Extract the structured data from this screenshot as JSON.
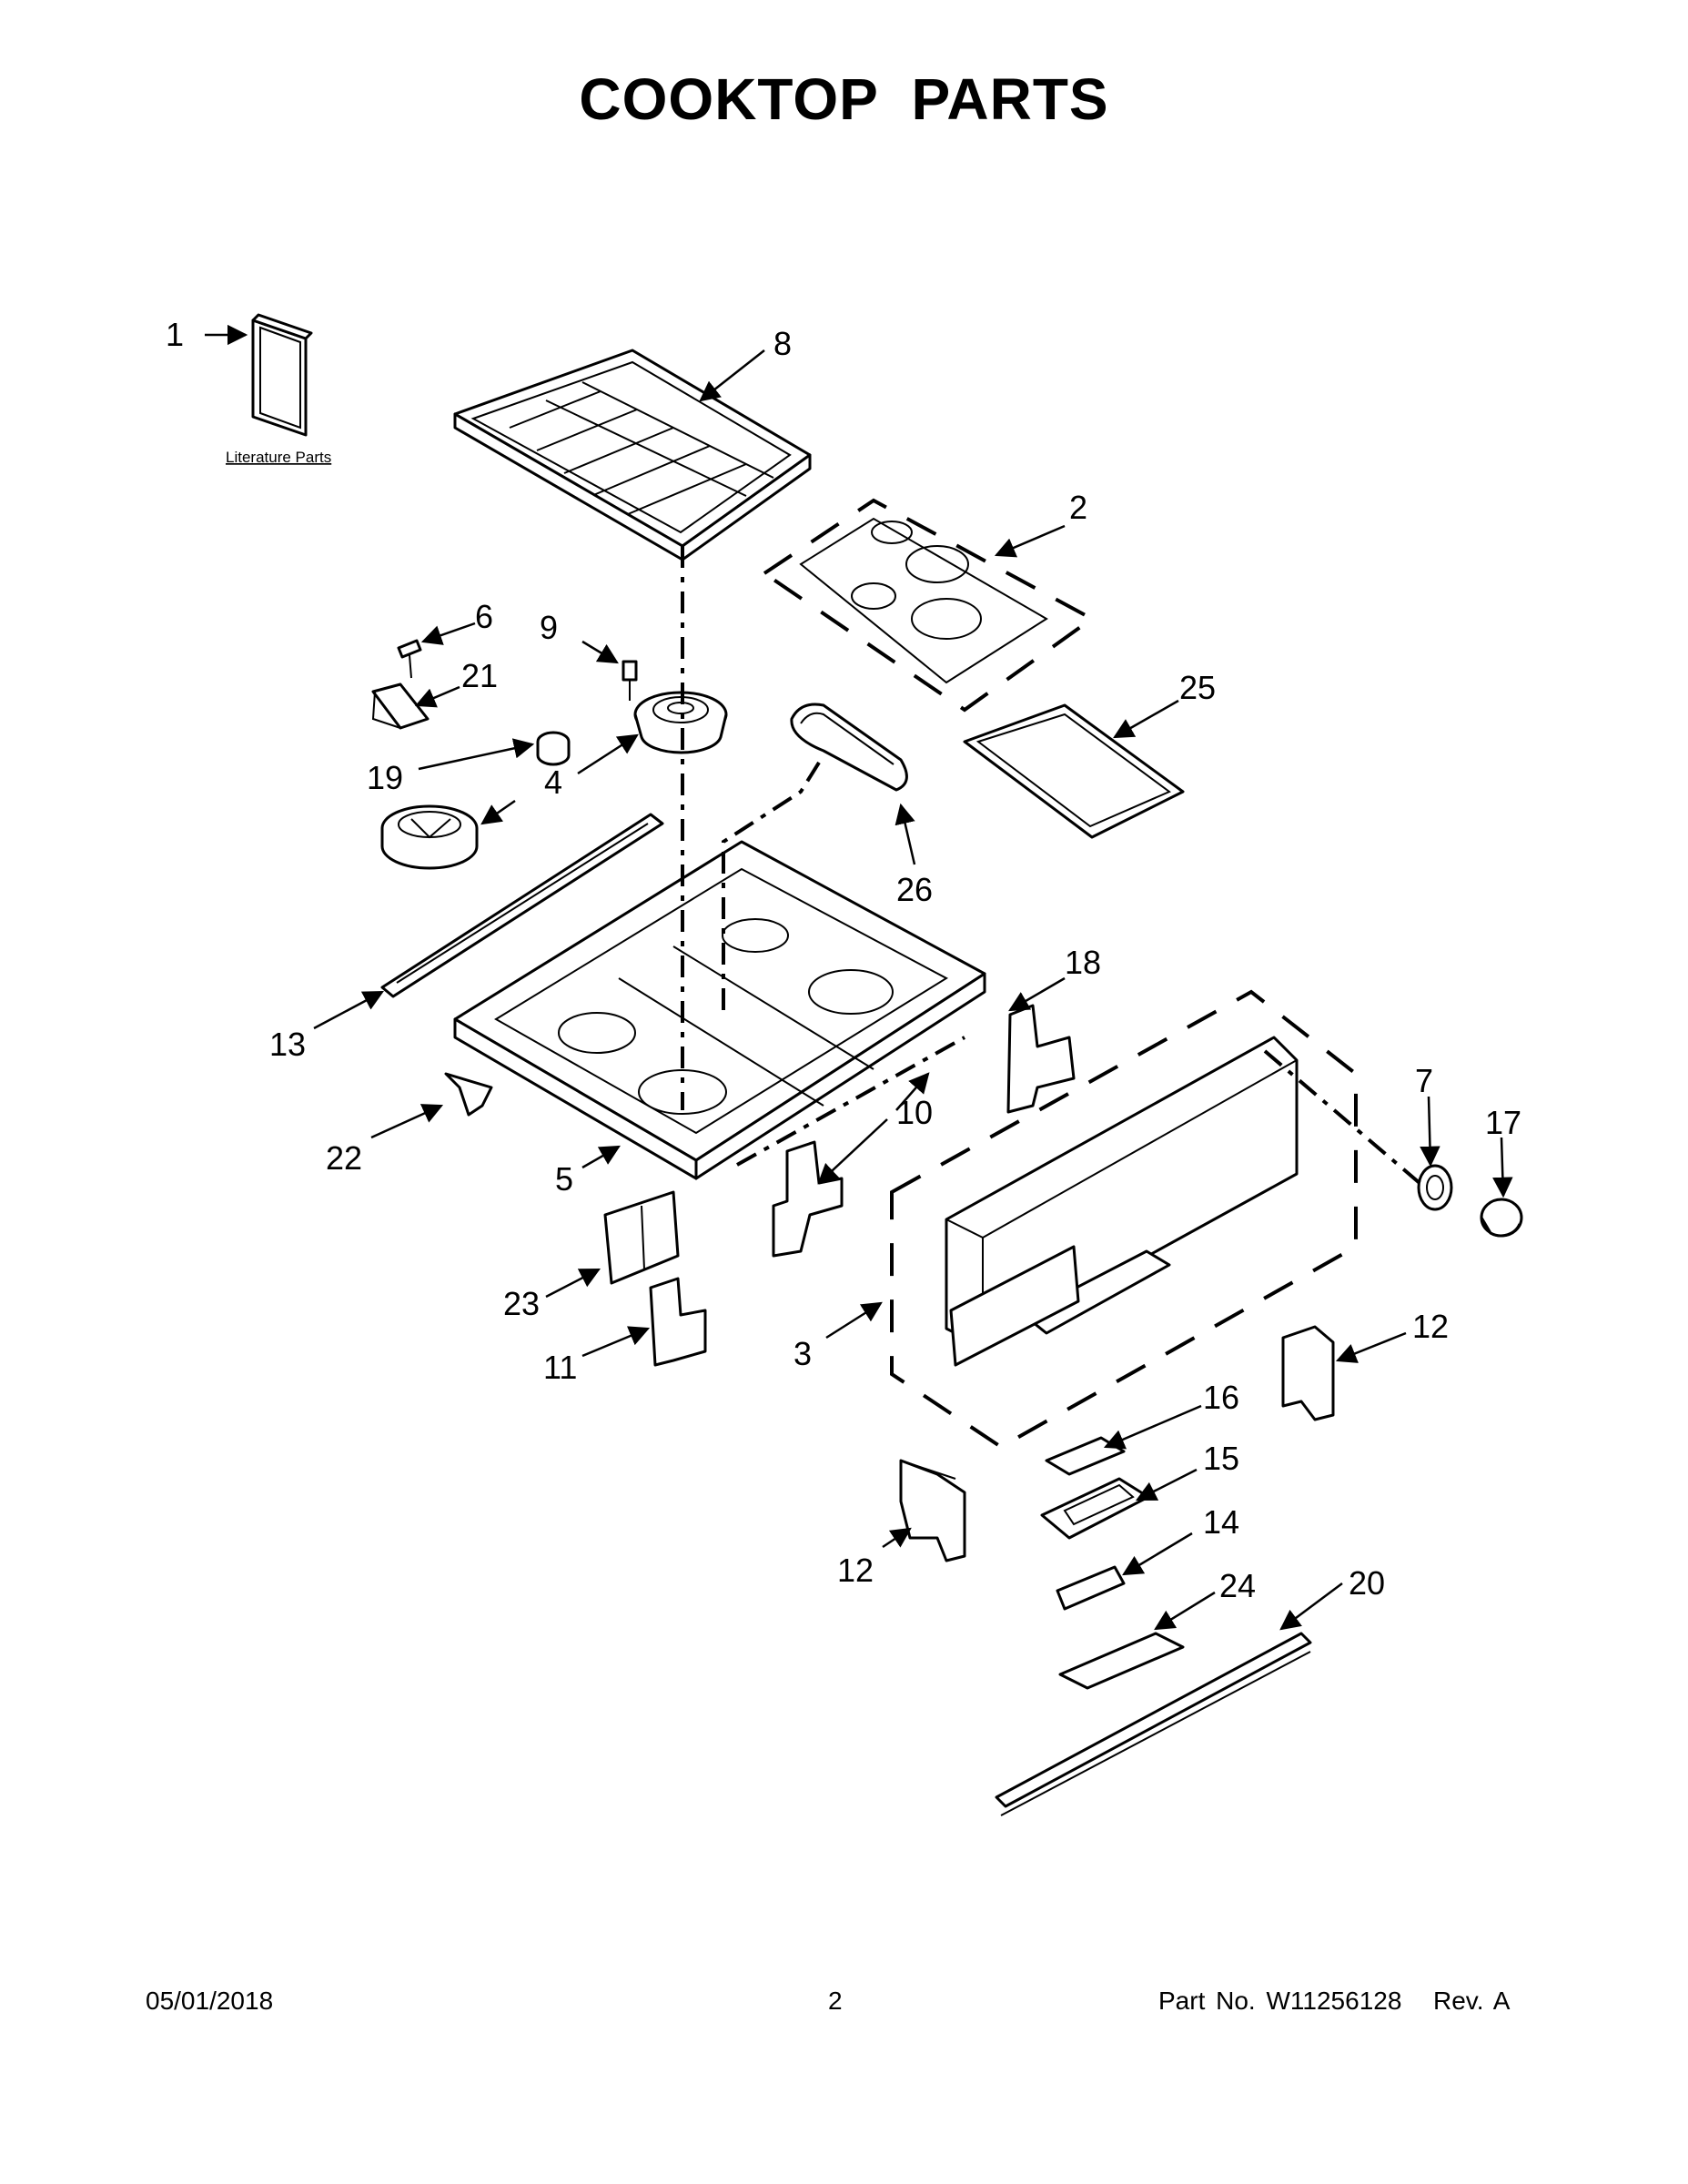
{
  "title": "COOKTOP PARTS",
  "footer": {
    "date": "05/01/2018",
    "page": "2",
    "part_no": "Part No.  W11256128",
    "rev": "Rev.  A"
  },
  "literature_label": "Literature Parts",
  "callouts": [
    {
      "id": "c1",
      "label": "1"
    },
    {
      "id": "c8",
      "label": "8"
    },
    {
      "id": "c2",
      "label": "2"
    },
    {
      "id": "c6",
      "label": "6"
    },
    {
      "id": "c9",
      "label": "9"
    },
    {
      "id": "c21",
      "label": "21"
    },
    {
      "id": "c25",
      "label": "25"
    },
    {
      "id": "c19",
      "label": "19"
    },
    {
      "id": "c4",
      "label": "4"
    },
    {
      "id": "c26",
      "label": "26"
    },
    {
      "id": "c18",
      "label": "18"
    },
    {
      "id": "c13",
      "label": "13"
    },
    {
      "id": "c7",
      "label": "7"
    },
    {
      "id": "c17",
      "label": "17"
    },
    {
      "id": "c10",
      "label": "10"
    },
    {
      "id": "c22",
      "label": "22"
    },
    {
      "id": "c5",
      "label": "5"
    },
    {
      "id": "c23",
      "label": "23"
    },
    {
      "id": "c3",
      "label": "3"
    },
    {
      "id": "c12a",
      "label": "12"
    },
    {
      "id": "c11",
      "label": "11"
    },
    {
      "id": "c16",
      "label": "16"
    },
    {
      "id": "c15",
      "label": "15"
    },
    {
      "id": "c12b",
      "label": "12"
    },
    {
      "id": "c14",
      "label": "14"
    },
    {
      "id": "c24",
      "label": "24"
    },
    {
      "id": "c20",
      "label": "20"
    }
  ]
}
